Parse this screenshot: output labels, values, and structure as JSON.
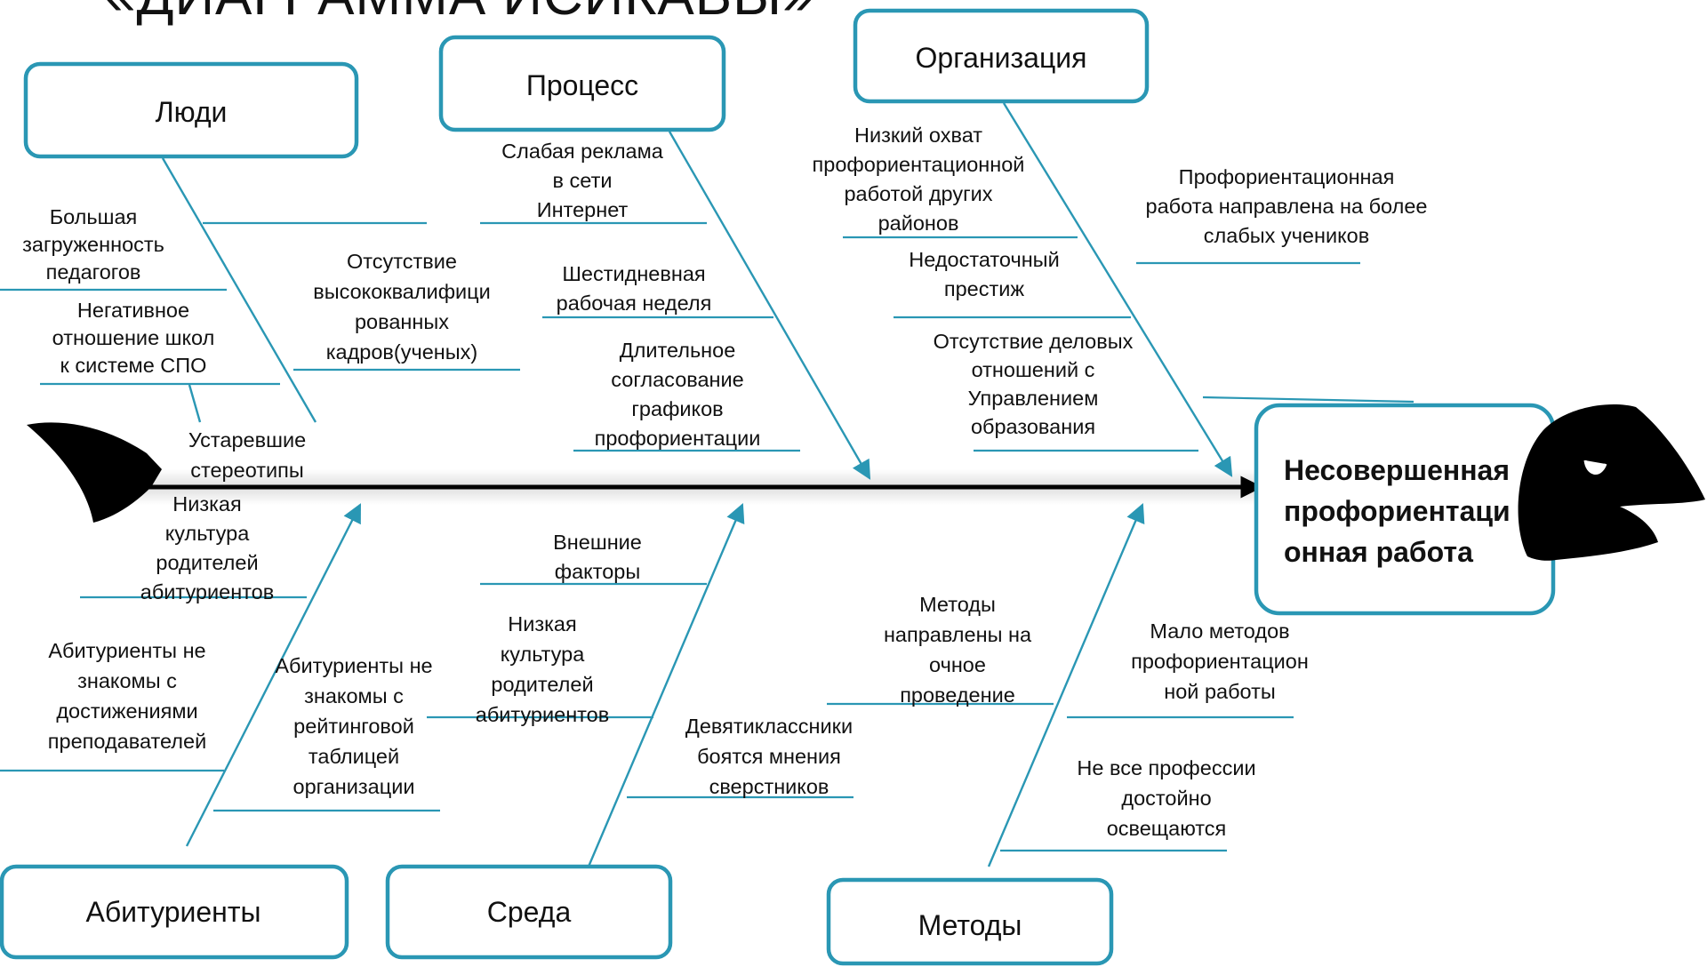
{
  "title": "«ДИАГРАММА ИСИКАВЫ»",
  "head": {
    "label_lines": [
      "Несовершенная",
      "профориентаци",
      "онная работа"
    ]
  },
  "categories": {
    "people": "Люди",
    "process": "Процесс",
    "organization": "Организация",
    "applicants": "Абитуриенты",
    "environment": "Среда",
    "methods": "Методы"
  },
  "causes": [
    {
      "id": "high-workload",
      "lines": [
        "Большая",
        "загруженность",
        "педагогов"
      ]
    },
    {
      "id": "negative-attitude",
      "lines": [
        "Негативное",
        "отношение школ",
        "к системе СПО"
      ]
    },
    {
      "id": "outdated-stereotypes",
      "lines": [
        "Устаревшие",
        "стереотипы"
      ]
    },
    {
      "id": "lack-qualified-staff",
      "lines": [
        "Отсутствие",
        "высококвалифици",
        "рованных",
        "кадров(ученых)"
      ]
    },
    {
      "id": "weak-internet-ads",
      "lines": [
        "Слабая реклама",
        "в сети",
        "Интернет"
      ]
    },
    {
      "id": "six-day-week",
      "lines": [
        "Шестидневная",
        "рабочая неделя"
      ]
    },
    {
      "id": "long-approval",
      "lines": [
        "Длительное",
        "согласование",
        "графиков",
        "профориентации"
      ]
    },
    {
      "id": "low-coverage",
      "lines": [
        "Низкий охват",
        "профориентационной",
        "работой других",
        "районов"
      ]
    },
    {
      "id": "low-prestige",
      "lines": [
        "Недостаточный",
        "престиж"
      ]
    },
    {
      "id": "no-business-relations",
      "lines": [
        "Отсутствие деловых",
        "отношений с",
        "Управлением",
        "образования"
      ]
    },
    {
      "id": "weaker-students",
      "lines": [
        "Профориентационная",
        "работа направлена на более",
        "слабых учеников"
      ]
    },
    {
      "id": "low-parent-culture-1",
      "lines": [
        "Низкая",
        "культура",
        "родителей",
        "абитуриентов"
      ]
    },
    {
      "id": "unaware-of-achievements",
      "lines": [
        "Абитуриенты не",
        "знакомы с",
        "достижениями",
        "преподавателей"
      ]
    },
    {
      "id": "unaware-of-ranking",
      "lines": [
        "Абитуриенты не",
        "знакомы с",
        "рейтинговой",
        "таблицей",
        "организации"
      ]
    },
    {
      "id": "external-factors",
      "lines": [
        "Внешние",
        "факторы"
      ]
    },
    {
      "id": "low-parent-culture-2",
      "lines": [
        "Низкая",
        "культура",
        "родителей",
        "абитуриентов"
      ]
    },
    {
      "id": "peer-pressure",
      "lines": [
        "Девятиклассники",
        "боятся мнения",
        "сверстников"
      ]
    },
    {
      "id": "in-person-methods",
      "lines": [
        "Методы",
        "направлены на",
        "очное",
        "проведение"
      ]
    },
    {
      "id": "few-methods",
      "lines": [
        "Мало методов",
        "профориентацион",
        "ной работы"
      ]
    },
    {
      "id": "not-all-professions",
      "lines": [
        "Не все профессии",
        "достойно",
        "освещаются"
      ]
    }
  ]
}
